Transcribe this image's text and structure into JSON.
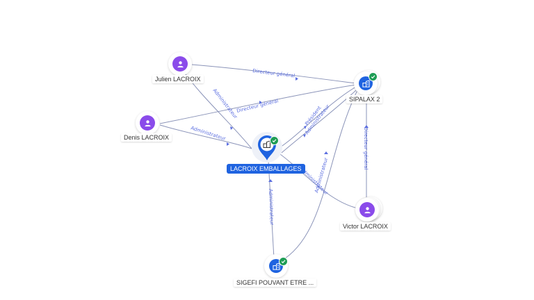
{
  "colors": {
    "person": "#8a4bea",
    "company": "#1f63e0",
    "verified": "#1f9d55",
    "edge": "#8a93b8",
    "edge_label": "#5b6ee0"
  },
  "nodes": {
    "julien": {
      "name": "Julien LACROIX",
      "type": "person",
      "icon": "person-icon"
    },
    "denis": {
      "name": "Denis LACROIX",
      "type": "person",
      "icon": "person-icon"
    },
    "victor": {
      "name": "Victor LACROIX",
      "type": "person",
      "icon": "person-icon"
    },
    "sipalax": {
      "name": "SIPALAX 2",
      "type": "company",
      "icon": "building-icon",
      "verified": true
    },
    "lacroix": {
      "name": "LACROIX EMBALLAGES",
      "type": "company",
      "icon": "building-icon",
      "verified": true,
      "focus": true
    },
    "sigefi": {
      "name": "SIGEFI POUVANT ETRE ...",
      "type": "company",
      "icon": "building-icon",
      "verified": true
    }
  },
  "edges": [
    {
      "id": "julien-sipalax",
      "label": "Directeur général"
    },
    {
      "id": "denis-sipalax",
      "label": "Directeur général"
    },
    {
      "id": "julien-lacroix",
      "label": "Administrateur"
    },
    {
      "id": "denis-lacroix",
      "label": "Administrateur"
    },
    {
      "id": "sipalax-lacroix",
      "label": "Président"
    },
    {
      "id": "sipalax-lacroix-2",
      "label": "Administrateur"
    },
    {
      "id": "victor-sipalax",
      "label": "Directeur général"
    },
    {
      "id": "victor-lacroix",
      "label": "Administrateur"
    },
    {
      "id": "sigefi-lacroix",
      "label": "Administrateur"
    },
    {
      "id": "sigefi-sipalax",
      "label": "Administrateur"
    }
  ]
}
